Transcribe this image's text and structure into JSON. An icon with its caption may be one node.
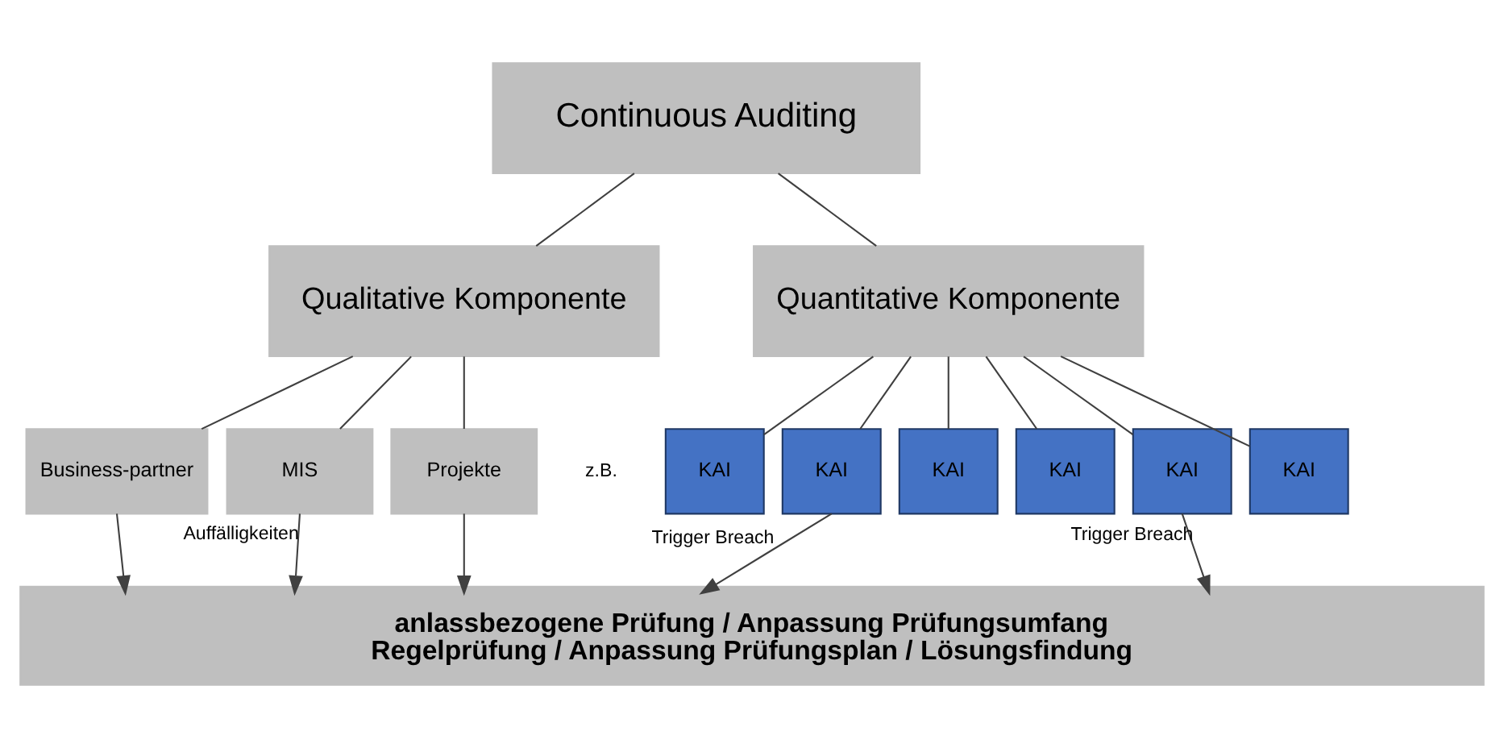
{
  "diagram": {
    "nodes": [
      {
        "text": [
          "Continuous Auditing"
        ]
      },
      {
        "text": [
          "Qualitative Komponente"
        ]
      },
      {
        "text": [
          "Quantitative Komponente"
        ]
      },
      {
        "text": [
          "Business-partner"
        ]
      },
      {
        "text": [
          "MIS"
        ]
      },
      {
        "text": [
          "Projekte"
        ]
      },
      {
        "text": [
          "KAI"
        ]
      },
      {
        "text": [
          "KAI"
        ]
      },
      {
        "text": [
          "KAI"
        ]
      },
      {
        "text": [
          "KAI"
        ]
      },
      {
        "text": [
          "KAI"
        ]
      },
      {
        "text": [
          "KAI"
        ]
      },
      {
        "text": [
          "anlassbezogene Prüfung / Anpassung Prüfungsumfang Regelprüfung / Anpassung Prüfungsplan / Lösungsfindung"
        ]
      }
    ],
    "edges": [
      {
        "from": 0,
        "to": 1,
        "arrow": "none"
      },
      {
        "from": 0,
        "to": 2,
        "arrow": "none"
      },
      {
        "from": 1,
        "to": 3,
        "arrow": "none"
      },
      {
        "from": 1,
        "to": 4,
        "arrow": "none"
      },
      {
        "from": 1,
        "to": 5,
        "arrow": "none"
      },
      {
        "from": 2,
        "to": 6,
        "arrow": "none"
      },
      {
        "from": 2,
        "to": 7,
        "arrow": "none"
      },
      {
        "from": 2,
        "to": 8,
        "arrow": "none"
      },
      {
        "from": 2,
        "to": 9,
        "arrow": "none"
      },
      {
        "from": 2,
        "to": 10,
        "arrow": "none"
      },
      {
        "from": 2,
        "to": 11,
        "arrow": "none"
      },
      {
        "from": 3,
        "to": 12,
        "arrow": "to"
      },
      {
        "from": 4,
        "to": 12,
        "arrow": "to",
        "label": "Auffälligkeiten"
      },
      {
        "from": 5,
        "to": 12,
        "arrow": "to"
      },
      {
        "from": 7,
        "to": 12,
        "arrow": "to",
        "label": "Trigger Breach"
      },
      {
        "from": 10,
        "to": 12,
        "arrow": "to",
        "label": "Trigger Breach"
      }
    ],
    "labels": [
      "z.B."
    ]
  }
}
